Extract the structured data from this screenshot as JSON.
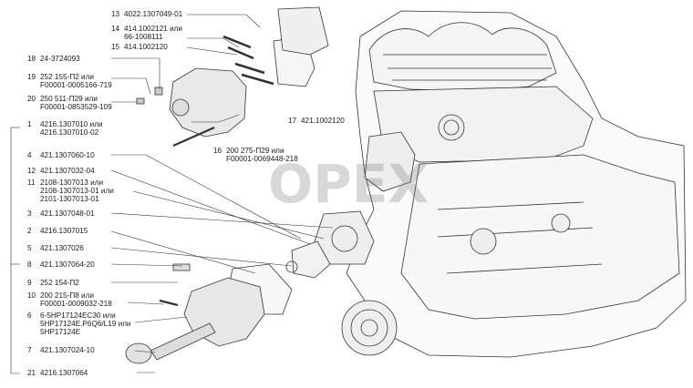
{
  "diagram": {
    "watermark": "OPEX",
    "callouts": [
      {
        "num": "13",
        "lines": [
          "4022.1307049-01"
        ]
      },
      {
        "num": "14",
        "lines": [
          "414.1002121 или",
          "66-1008111"
        ]
      },
      {
        "num": "15",
        "lines": [
          "414.1002120"
        ]
      },
      {
        "num": "18",
        "lines": [
          "24-3724093"
        ]
      },
      {
        "num": "19",
        "lines": [
          "252 155-П2 или",
          "F00001-0005166-719"
        ]
      },
      {
        "num": "20",
        "lines": [
          "250 511-П29 или",
          "F00001-0853529-109"
        ]
      },
      {
        "num": "1",
        "lines": [
          "4216.1307010 или",
          "4216.1307010-02"
        ]
      },
      {
        "num": "17",
        "lines": [
          "421.1002120"
        ]
      },
      {
        "num": "16",
        "lines": [
          "200 275-П29 или",
          "F00001-0069448-218"
        ]
      },
      {
        "num": "4",
        "lines": [
          "421.1307060-10"
        ]
      },
      {
        "num": "12",
        "lines": [
          "421.1307032-04"
        ]
      },
      {
        "num": "11",
        "lines": [
          "2108-1307013 или",
          "2108-1307013-01 или",
          "2101-1307013-01"
        ]
      },
      {
        "num": "3",
        "lines": [
          "421.1307048-01"
        ]
      },
      {
        "num": "2",
        "lines": [
          "4216.1307015"
        ]
      },
      {
        "num": "5",
        "lines": [
          "421.1307026"
        ]
      },
      {
        "num": "8",
        "lines": [
          "421.1307064-20"
        ]
      },
      {
        "num": "9",
        "lines": [
          "252 154-П2"
        ]
      },
      {
        "num": "10",
        "lines": [
          "200 215-П8 или",
          "F00001-0009032-218"
        ]
      },
      {
        "num": "6",
        "lines": [
          "6-5НР17124ЕС30 или",
          "5НР17124Е.Р6Q6/L19 или",
          "5НР17124Е"
        ]
      },
      {
        "num": "7",
        "lines": [
          "421.1307024-10"
        ]
      },
      {
        "num": "21",
        "lines": [
          "4216.1307064"
        ]
      }
    ]
  }
}
